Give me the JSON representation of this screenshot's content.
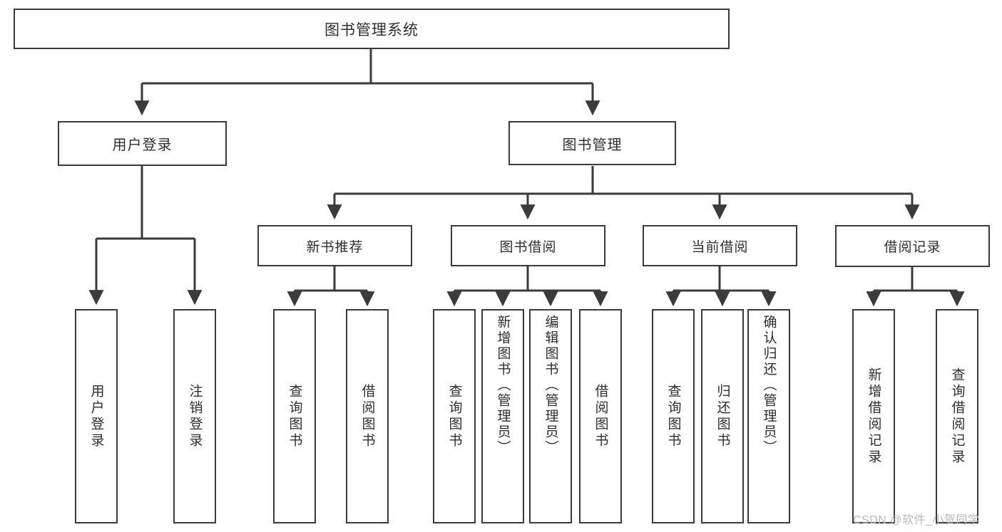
{
  "diagram": {
    "title": "图书管理系统",
    "type": "功能结构图",
    "watermark": "CSDN @软件_小贺同学",
    "colors": {
      "box_border": "#3b3b3b",
      "box_fill": "#ffffff",
      "text": "#2f2f2f",
      "connector": "#3b3b3b",
      "watermark": "#b9b9b9",
      "background": "#ffffff"
    }
  },
  "nodes": {
    "root": {
      "label": "图书管理系统"
    },
    "level2": [
      {
        "id": "user-login",
        "label": "用户登录"
      },
      {
        "id": "book-manage",
        "label": "图书管理"
      }
    ],
    "level3": [
      {
        "id": "new-book-recommend",
        "label": "新书推荐"
      },
      {
        "id": "book-borrow",
        "label": "图书借阅"
      },
      {
        "id": "current-borrow",
        "label": "当前借阅"
      },
      {
        "id": "borrow-record",
        "label": "借阅记录"
      }
    ],
    "leaves": {
      "user-login": [
        {
          "id": "leaf-user-login",
          "label": "用户登录"
        },
        {
          "id": "leaf-logout-login",
          "label": "注销登录"
        }
      ],
      "new-book-recommend": [
        {
          "id": "leaf-query-book-1",
          "label": "查询图书"
        },
        {
          "id": "leaf-borrow-book-1",
          "label": "借阅图书"
        }
      ],
      "book-borrow": [
        {
          "id": "leaf-query-book-2",
          "label": "查询图书"
        },
        {
          "id": "leaf-add-book",
          "label": "新增图书（管理员）"
        },
        {
          "id": "leaf-edit-book",
          "label": "编辑图书（管理员）"
        },
        {
          "id": "leaf-borrow-book-2",
          "label": "借阅图书"
        }
      ],
      "current-borrow": [
        {
          "id": "leaf-query-book-3",
          "label": "查询图书"
        },
        {
          "id": "leaf-return-book",
          "label": "归还图书"
        },
        {
          "id": "leaf-confirm-return",
          "label": "确认归还（管理员）"
        }
      ],
      "borrow-record": [
        {
          "id": "leaf-add-record",
          "label": "新增借阅记录"
        },
        {
          "id": "leaf-query-record",
          "label": "查询借阅记录"
        }
      ]
    }
  }
}
